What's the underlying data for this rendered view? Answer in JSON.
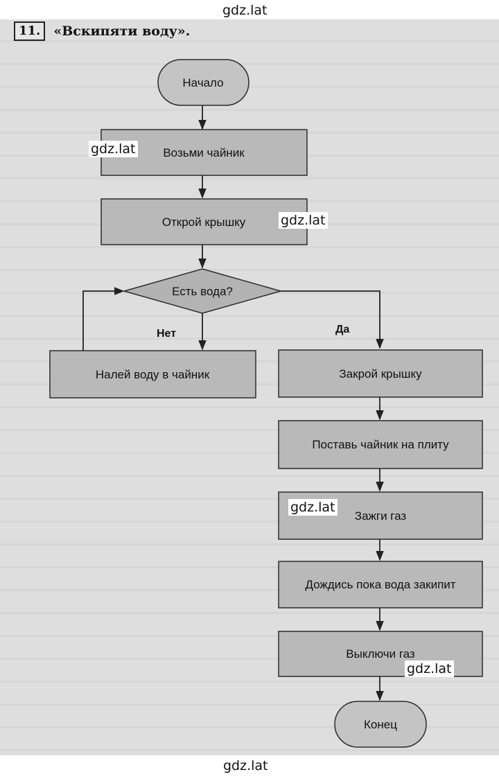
{
  "watermark": "gdz.lat",
  "task": {
    "number": "11.",
    "title": "«Вскипяти воду»."
  },
  "nodes": {
    "start": "Начало",
    "take_kettle": "Возьми чайник",
    "open_lid": "Открой крышку",
    "has_water": "Есть вода?",
    "pour_water": "Налей воду в чайник",
    "close_lid": "Закрой крышку",
    "put_on_stove": "Поставь чайник на плиту",
    "light_gas": "Зажги газ",
    "wait_boil": "Дождись пока вода закипит",
    "turn_off_gas": "Выключи газ",
    "end": "Конец"
  },
  "branches": {
    "no": "Нет",
    "yes": "Да"
  }
}
